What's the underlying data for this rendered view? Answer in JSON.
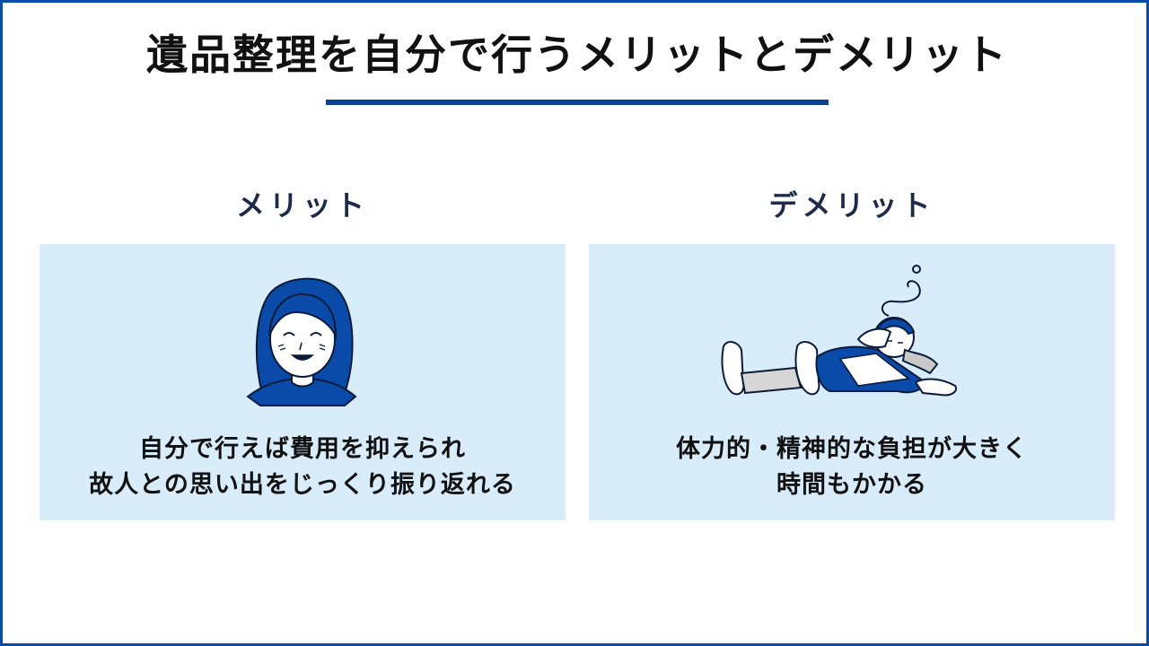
{
  "title": "遺品整理を自分で行うメリットとデメリット",
  "colors": {
    "accent": "#0a3f96",
    "card_background": "#d9ecfa",
    "frame_border": "#0a4aa8"
  },
  "merit": {
    "heading": "メリット",
    "illustration": "smiling-woman-icon",
    "lines": [
      "自分で行えば費用を抑えられ",
      "故人との思い出をじっくり振り返れる"
    ]
  },
  "demerit": {
    "heading": "デメリット",
    "illustration": "exhausted-person-lying-icon",
    "lines": [
      "体力的・精神的な負担が大きく",
      "時間もかかる"
    ]
  }
}
